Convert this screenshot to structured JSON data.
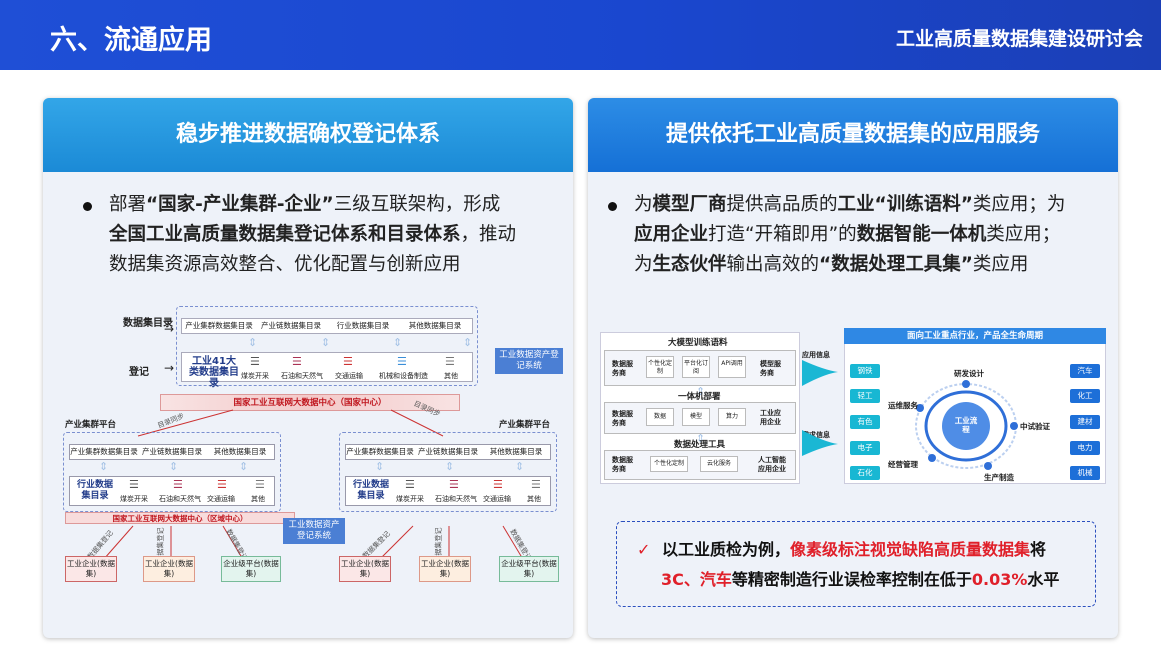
{
  "header": {
    "section": "六、流通应用",
    "event": "工业高质量数据集建设研讨会"
  },
  "left": {
    "title": "稳步推进数据确权登记体系",
    "bullet": {
      "s1": "部署",
      "s2": "“国家-产业集群-企业”",
      "s3": "三级互联架构，形成",
      "s4": "全国工业高质量数据集登记体系和目录体系",
      "s5": "，推动",
      "s6": "数据集资源高效整合、优化配置与创新应用"
    },
    "diagram": {
      "label_catalog": "数据集目录",
      "label_register": "登记",
      "top_cats": [
        "产业集群数据集目录",
        "产业链数据集目录",
        "行业数据集目录",
        "其他数据集目录"
      ],
      "catalog_title": "工业41大类数据集目录",
      "industries": [
        "煤炭开采",
        "石油和天然气",
        "交通运输",
        "机械和设备制造",
        "其他"
      ],
      "asset_sys": "工业数据资产登记系统",
      "national_center": "国家工业互联网大数据中心（国家中心）",
      "sync_left": "目录同步",
      "sync_right": "目录同步",
      "cluster_left": "产业集群平台",
      "cluster_right": "产业集群平台",
      "sub_cats": [
        "产业集群数据集目录",
        "产业链数据集目录",
        "其他数据集目录"
      ],
      "sub_title": "行业数据集目录",
      "sub_ind": [
        "煤炭开采",
        "石油和天然气",
        "交通运输",
        "其他"
      ],
      "regional_center": "国家工业互联网大数据中心（区域中心）",
      "asset_sys2": "工业数据资产登记系统",
      "reg": "数据集登记",
      "ents": [
        "工业企业(数据集)",
        "工业企业(数据集)",
        "企业级平台(数据集)",
        "工业企业(数据集)",
        "工业企业(数据集)",
        "企业级平台(数据集)"
      ]
    }
  },
  "right": {
    "title": "提供依托工业高质量数据集的应用服务",
    "bullet": {
      "a1": "为",
      "a2": "模型厂商",
      "a3": "提供高品质的",
      "a4": "工业“训练语料”",
      "a5": "类应用；为",
      "a6": "应用企业",
      "a7": "打造“开箱即用”的",
      "a8": "数据智能一体机",
      "a9": "类应用；",
      "a10": "为",
      "a11": "生态伙伴",
      "a12": "输出高效的",
      "a13": "“数据处理工具集”",
      "a14": "类应用"
    },
    "diagram": {
      "g1_title": "大模型训练语料",
      "g1_left": "数据服务商",
      "g1_items": [
        "个性化定制",
        "平台化订阅",
        "API调用"
      ],
      "g1_right": "模型服务商",
      "g2_title": "一体机部署",
      "g2_left": "数据服务商",
      "g2_items": [
        "数据",
        "模型",
        "算力"
      ],
      "g2_right": "工业应用企业",
      "g3_title": "数据处理工具",
      "g3_left": "数据服务商",
      "g3_items": [
        "个性化定制",
        "云化服务"
      ],
      "g3_right": "人工智能应用企业",
      "info_app": "应用信息",
      "info_need": "需求信息",
      "lifecycle_title": "面向工业重点行业，产品全生命周期",
      "left_inds": [
        "钢铁",
        "轻工",
        "有色",
        "电子",
        "石化"
      ],
      "right_inds": [
        "汽车",
        "化工",
        "建材",
        "电力",
        "机械"
      ],
      "center": "工业流程",
      "stages": [
        "研发设计",
        "中试验证",
        "生产制造",
        "经营管理",
        "运维服务"
      ]
    },
    "callout": {
      "check": "✓",
      "c1": "以工业质检为例，",
      "c2": "像素级标注视觉缺陷高质量数据集",
      "c3": "将",
      "c4": "3C、汽车",
      "c5": "等精密制造行业误检率控制在低于",
      "c6": "0.03%",
      "c7": "水平"
    }
  }
}
